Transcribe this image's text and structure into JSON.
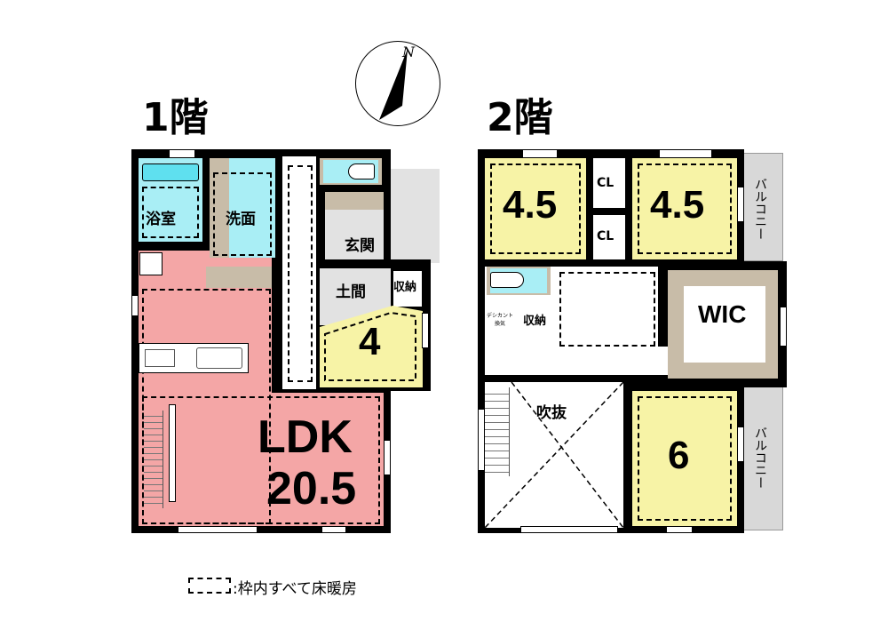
{
  "compass": {
    "label": "N"
  },
  "floor1": {
    "title": "1階",
    "rooms": {
      "bath": "浴室",
      "washroom": "洗面",
      "entrance": "玄関",
      "doma": "土間",
      "storage": "収納",
      "room4": "4",
      "ldk": "LDK",
      "ldk_size": "20.5"
    }
  },
  "floor2": {
    "title": "2階",
    "rooms": {
      "bedroom_left": "4.5",
      "bedroom_right": "4.5",
      "closet_top": "CL",
      "closet_bottom": "CL",
      "balcony_top": "バルコニー",
      "balcony_bottom": "バルコニー",
      "desiccant": "デシカント換気",
      "storage": "収納",
      "wic": "WIC",
      "void": "吹抜",
      "room6": "6"
    }
  },
  "legend": {
    "text": ":枠内すべて床暖房"
  },
  "colors": {
    "ldk": "#f4a6a6",
    "bedroom": "#f7f3a6",
    "wet": "#a9eef5",
    "tile": "#d8d8d8",
    "beige": "#c8bca8"
  }
}
